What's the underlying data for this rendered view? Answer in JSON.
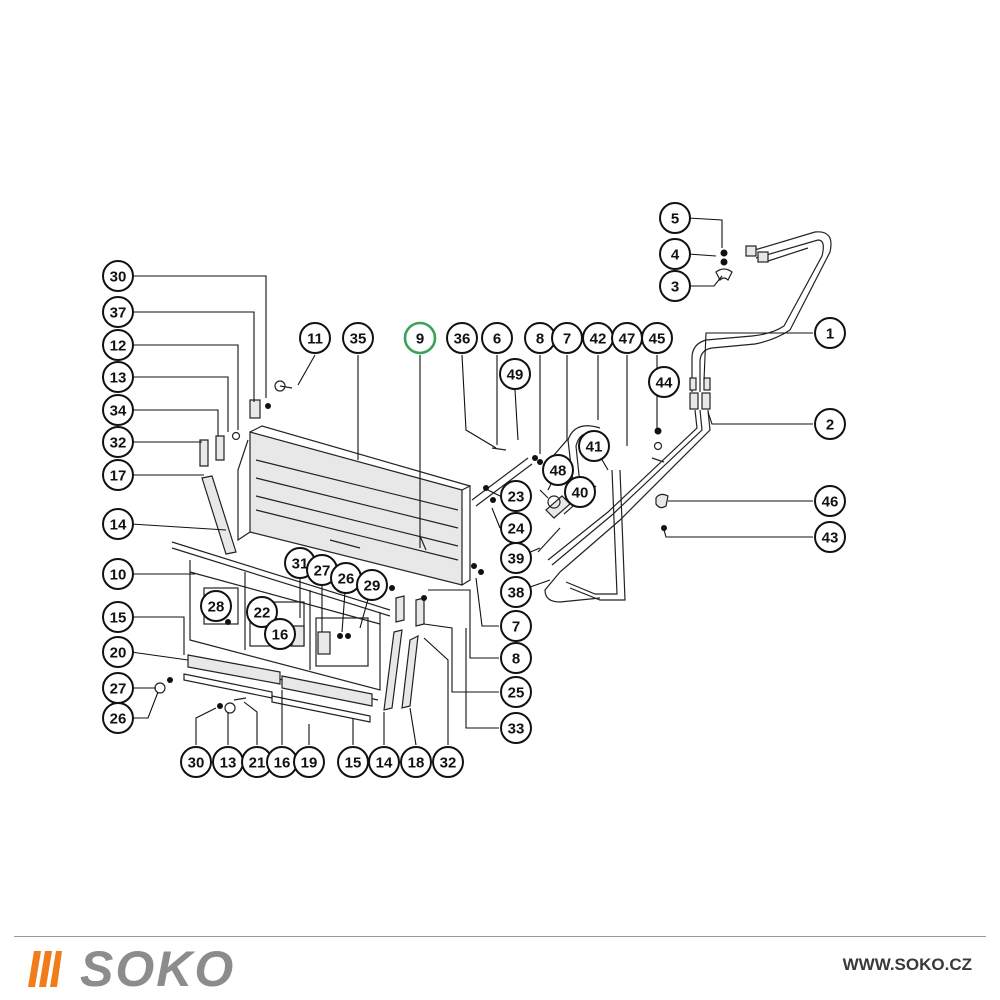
{
  "callouts": [
    "5",
    "4",
    "3",
    "1",
    "2",
    "30",
    "37",
    "12",
    "13",
    "34",
    "32",
    "17",
    "14",
    "10",
    "15",
    "20",
    "27",
    "26",
    "11",
    "35",
    "9",
    "36",
    "6",
    "8",
    "7",
    "42",
    "47",
    "45",
    "49",
    "44",
    "41",
    "48",
    "23",
    "40",
    "46",
    "24",
    "43",
    "39",
    "38",
    "31",
    "27",
    "26",
    "29",
    "28",
    "22",
    "16",
    "7",
    "8",
    "25",
    "33",
    "30",
    "13",
    "21",
    "16",
    "19",
    "15",
    "14",
    "18",
    "32"
  ],
  "footer": {
    "brand": "SOKO",
    "url": "WWW.SOKO.CZ",
    "brand_color": "#f07d1a",
    "brand_text_color": "#8c8c8c"
  },
  "highlight_color": "#3aa35a"
}
